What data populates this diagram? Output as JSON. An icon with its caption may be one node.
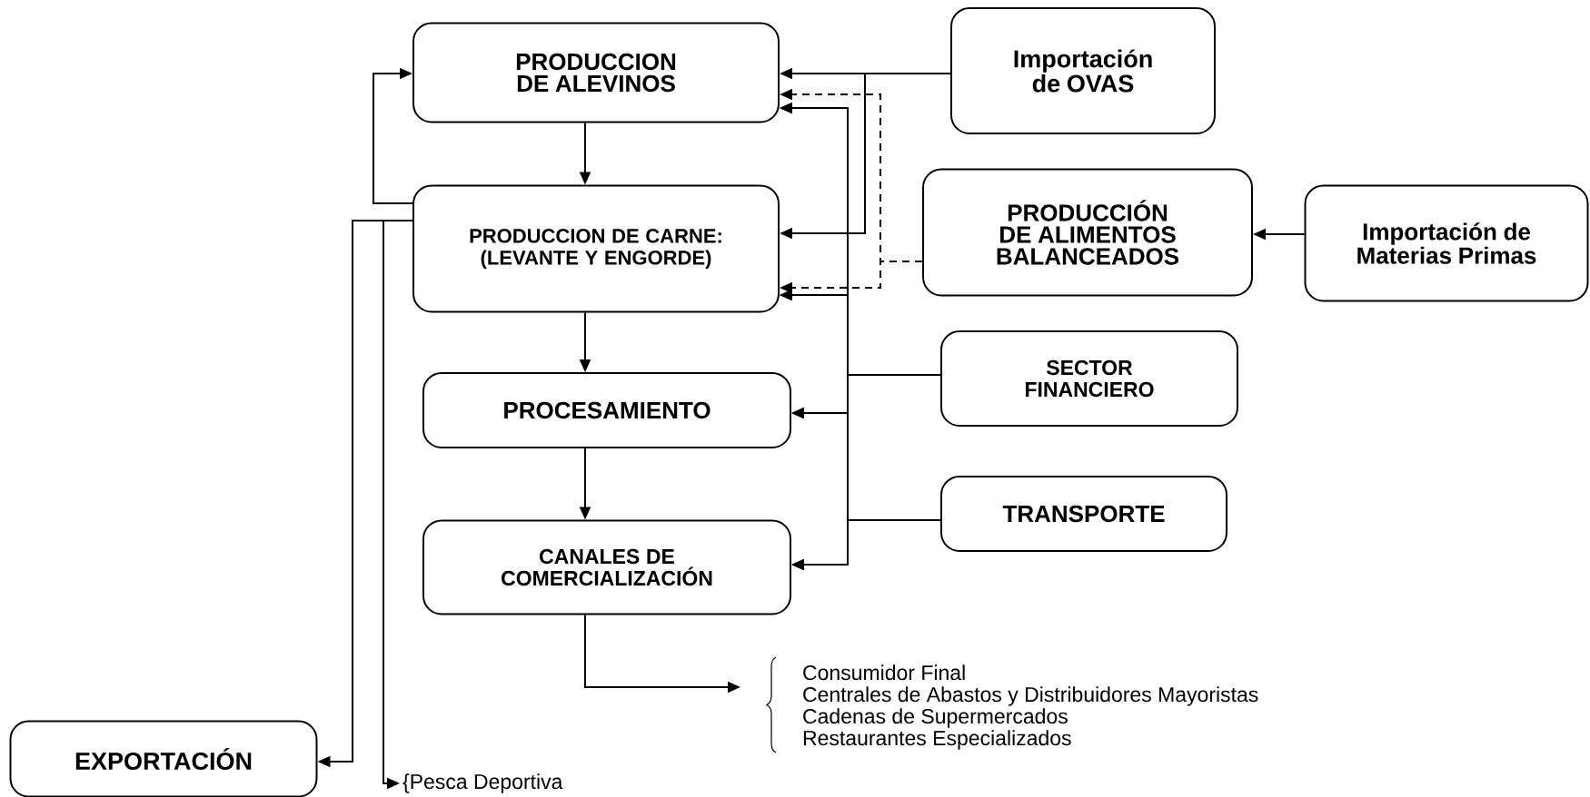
{
  "diagram": {
    "nodes": [
      {
        "text": [
          "PRODUCCION DE ALEVINOS"
        ]
      },
      {
        "text": [
          "Importación de OVAS"
        ]
      },
      {
        "text": [
          "PRODUCCION DE CARNE: (LEVANTE Y ENGORDE)"
        ]
      },
      {
        "text": [
          "PRODUCCIÓN DE ALIMENTOS BALANCEADOS"
        ]
      },
      {
        "text": [
          "Importación de Materias Primas"
        ]
      },
      {
        "text": [
          "SECTOR FINANCIERO"
        ]
      },
      {
        "text": [
          "PROCESAMIENTO"
        ]
      },
      {
        "text": [
          "TRANSPORTE"
        ]
      },
      {
        "text": [
          "CANALES DE COMERCIALIZACIÓN"
        ]
      },
      {
        "text": [
          "Consumidor Final",
          "Centrales de Abastos y Distribuidores Mayoristas",
          "Cadenas de Supermercados",
          "Restaurantes Especializados"
        ]
      },
      {
        "text": [
          "EXPORTACIÓN"
        ]
      },
      {
        "text": [
          "{Pesca Deportiva"
        ]
      }
    ],
    "edges": [
      {
        "from": 0,
        "to": 2,
        "arrow": "to"
      },
      {
        "from": 2,
        "to": 6,
        "arrow": "to"
      },
      {
        "from": 6,
        "to": 8,
        "arrow": "to"
      },
      {
        "from": 8,
        "to": 9,
        "arrow": "to"
      },
      {
        "from": 2,
        "to": 0,
        "arrow": "to"
      },
      {
        "from": 2,
        "to": 10,
        "arrow": "to"
      },
      {
        "from": 2,
        "to": 11,
        "arrow": "to"
      },
      {
        "from": 1,
        "to": 0,
        "arrow": "to"
      },
      {
        "from": 1,
        "to": 2,
        "arrow": "to"
      },
      {
        "from": 3,
        "to": 0,
        "arrow": "to",
        "style": "dashed"
      },
      {
        "from": 3,
        "to": 2,
        "arrow": "to",
        "style": "dashed"
      },
      {
        "from": 5,
        "to": 0,
        "arrow": "to"
      },
      {
        "from": 5,
        "to": 2,
        "arrow": "to"
      },
      {
        "from": 5,
        "to": 6,
        "arrow": "to"
      },
      {
        "from": 5,
        "to": 8,
        "arrow": "to"
      },
      {
        "from": 7,
        "to": 0,
        "arrow": "to"
      },
      {
        "from": 7,
        "to": 2,
        "arrow": "to"
      },
      {
        "from": 7,
        "to": 6,
        "arrow": "to"
      },
      {
        "from": 7,
        "to": 8,
        "arrow": "to"
      },
      {
        "from": 4,
        "to": 3,
        "arrow": "to"
      }
    ]
  }
}
